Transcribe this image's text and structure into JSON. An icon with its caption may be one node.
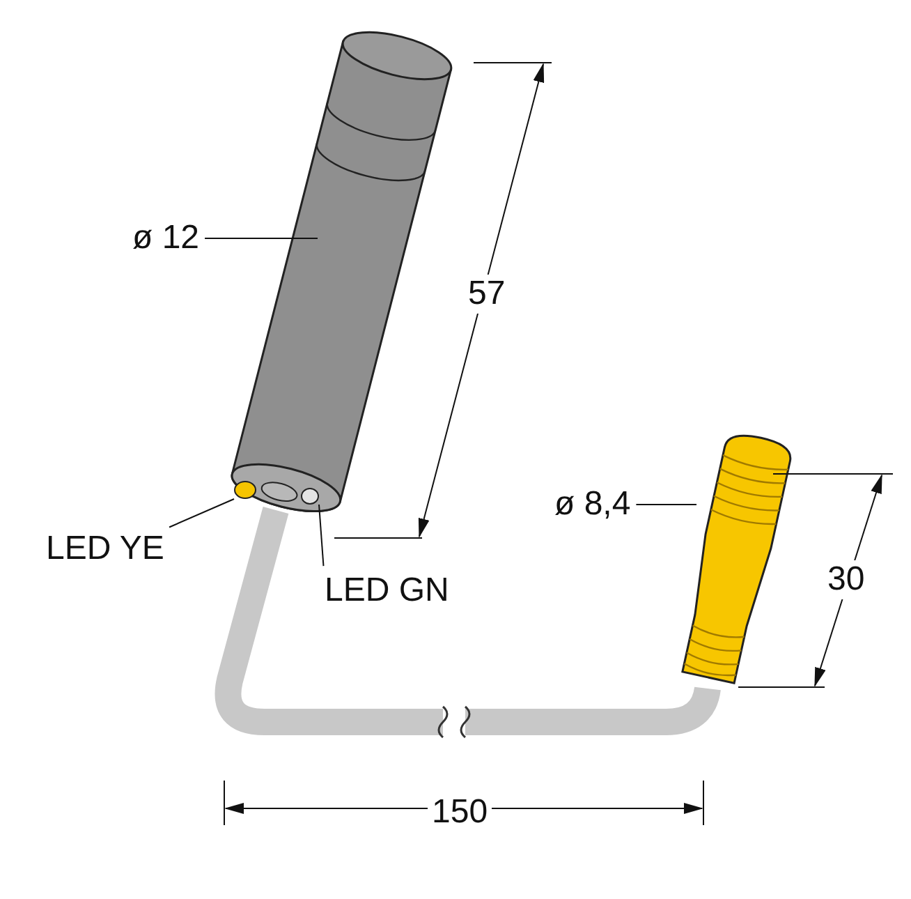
{
  "diagram": {
    "nodes": [
      {
        "text": [
          "ø 12"
        ]
      },
      {
        "text": [],
        "shape": "picture"
      },
      {
        "text": [
          "LED YE"
        ]
      },
      {
        "text": [],
        "shape": "circle",
        "in": 1
      },
      {
        "text": [
          "LED GN"
        ]
      },
      {
        "text": [],
        "shape": "circle",
        "in": 1
      },
      {
        "text": [
          "ø 8,4"
        ]
      },
      {
        "text": [],
        "shape": "picture"
      }
    ],
    "edges": [
      {
        "from": 0,
        "to": 1,
        "arrow": "none"
      },
      {
        "from": 2,
        "to": 3,
        "arrow": "none"
      },
      {
        "from": 4,
        "to": 5,
        "arrow": "none"
      },
      {
        "from": 6,
        "to": 7,
        "arrow": "none"
      },
      {
        "from": 1,
        "to": 7,
        "arrow": "none",
        "style": "thick",
        "color": "#c8c8c8"
      }
    ],
    "labels": [
      "57",
      "30",
      "150"
    ]
  }
}
